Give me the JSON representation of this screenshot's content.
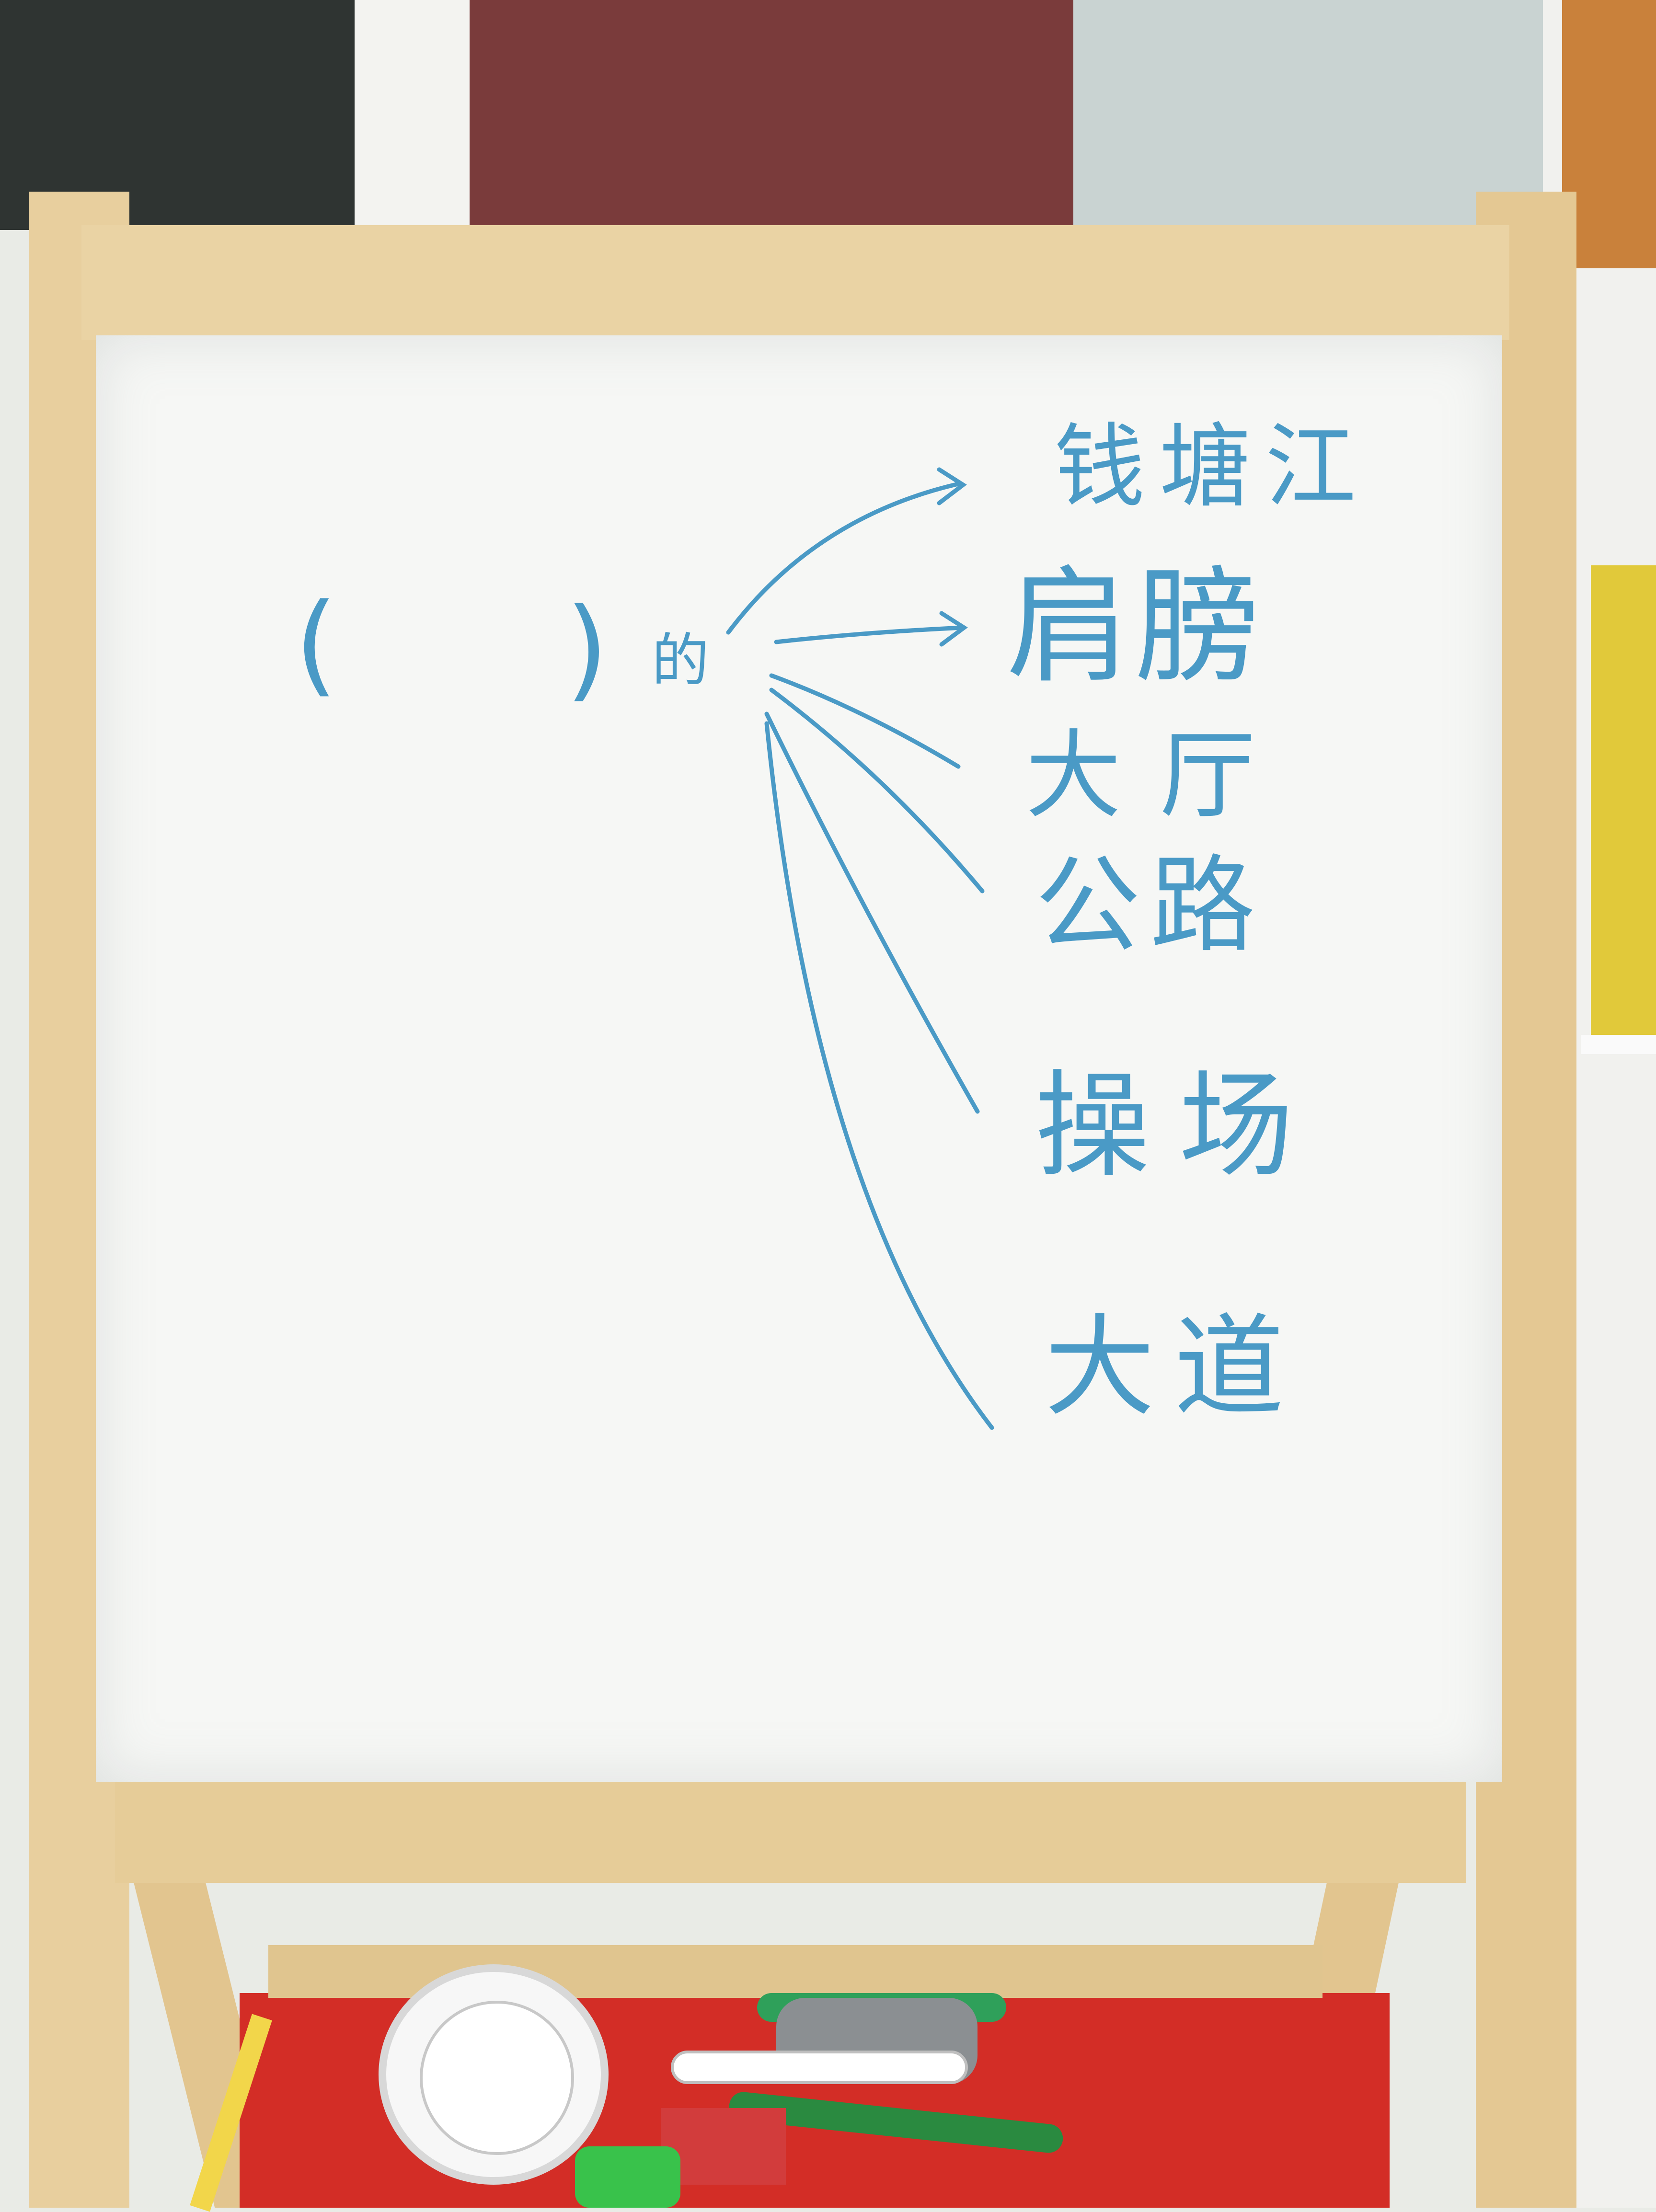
{
  "board": {
    "prompt_open": "(",
    "prompt_close": ")",
    "particle": "的",
    "words": [
      "钱塘江",
      "肩膀",
      "大厅",
      "公路",
      "操场",
      "大道"
    ]
  },
  "colors": {
    "ink": "#4a9ac6",
    "board": "#f6f7f5",
    "frame": "#e8cf9e",
    "tray": "#d32d26"
  }
}
